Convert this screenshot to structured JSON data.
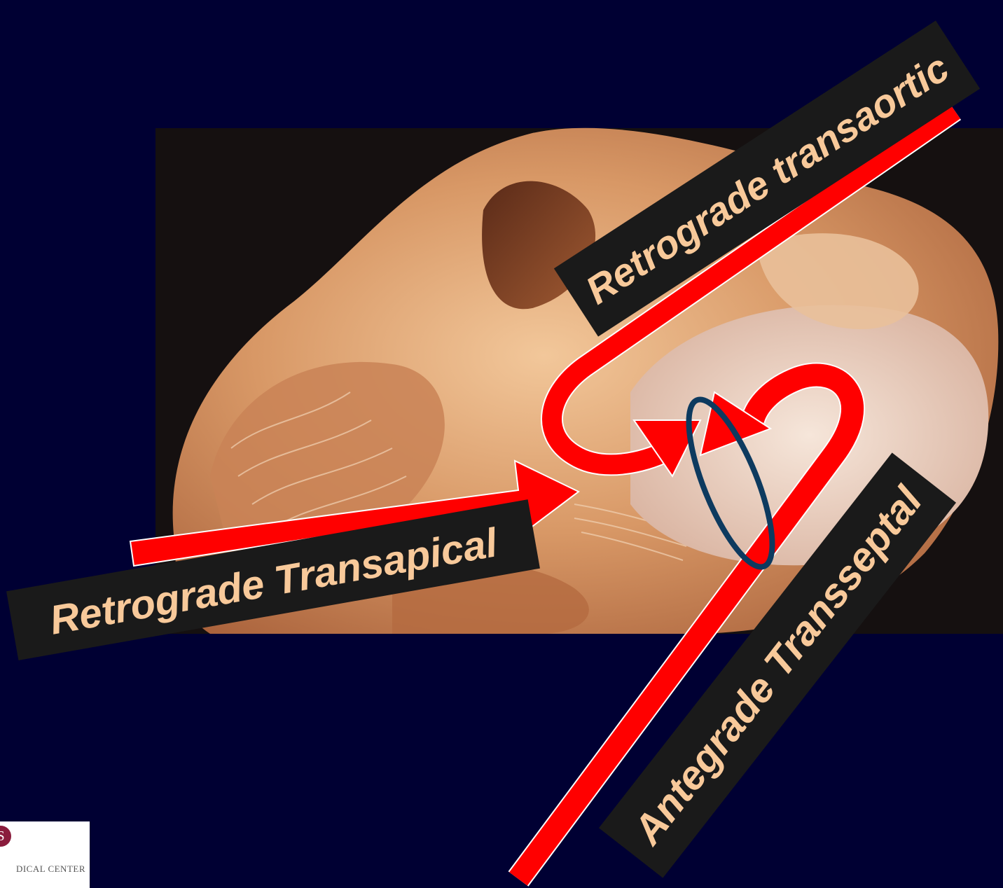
{
  "slide": {
    "background_color": "#000033",
    "photo_description_icon": "heart-specimen-cross-section"
  },
  "labels": {
    "retrograde_transaortic": "Retrograde transaortic",
    "retrograde_transapical": "Retrograde Transapical",
    "antegrade_transseptal": "Antegrade Transseptal"
  },
  "colors": {
    "arrow_red": "#ff0000",
    "label_text": "#f8c99a",
    "label_box": "#1a1a1a",
    "ellipse_outline": "#0d3a5f"
  },
  "logo": {
    "mark": "S",
    "text": "DICAL CENTER"
  }
}
